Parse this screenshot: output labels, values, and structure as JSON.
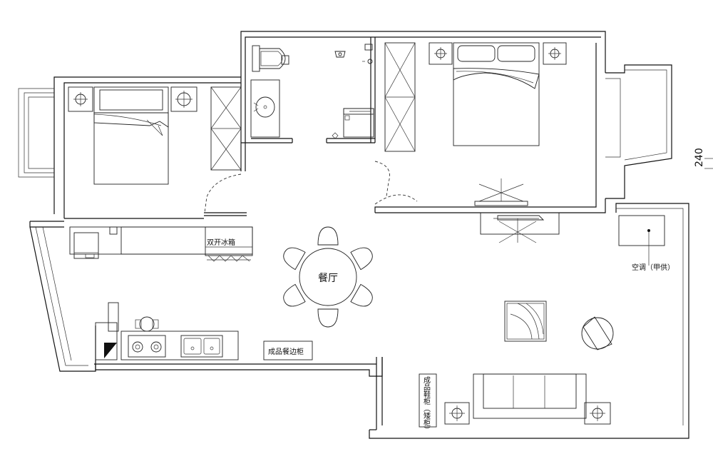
{
  "labels": {
    "dining_room": "餐厅",
    "double_door_fridge": "双开冰箱",
    "air_conditioner": "空调（甲供）",
    "sideboard": "成品餐边柜",
    "shoe_cabinet": "成品鞋柜（矮柜）",
    "dimension": "240"
  },
  "colors": {
    "line": "#111111",
    "background": "#ffffff"
  }
}
